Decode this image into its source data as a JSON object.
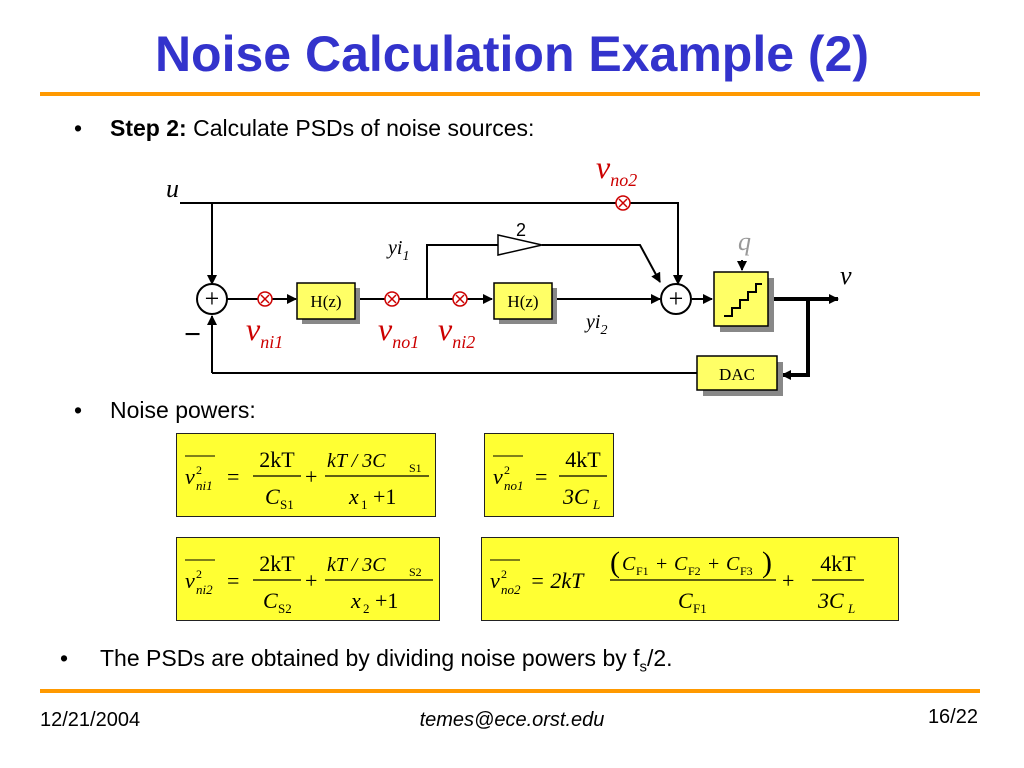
{
  "slide": {
    "title": "Noise Calculation Example (2)",
    "bullets": [
      {
        "bold": "Step 2:",
        "text": " Calculate PSDs of noise sources:"
      },
      {
        "bold": "",
        "text": "Noise powers:"
      }
    ],
    "bottom_bullet": {
      "pre": "The PSDs are obtained by dividing noise powers by f",
      "sub": "s",
      "post": "/2."
    },
    "bullet_char": "•",
    "accent_color": "#ff9900",
    "title_color": "#3333cc",
    "noise_color": "#cc0000"
  },
  "diagram": {
    "input_label": "u",
    "output_label": "v",
    "minus_sign": "−",
    "plus_sign": "+",
    "block1": "H(z)",
    "block2": "H(z)",
    "dac": "DAC",
    "q_label": "q",
    "gain": "2",
    "yi1": {
      "base": "yi",
      "sub": "1"
    },
    "yi2": {
      "base": "yi",
      "sub": "2"
    },
    "vni1": {
      "base": "v",
      "sub": "ni1"
    },
    "vno1": {
      "base": "v",
      "sub": "no1"
    },
    "vni2": {
      "base": "v",
      "sub": "ni2"
    },
    "vno2": {
      "base": "v",
      "sub": "no2"
    }
  },
  "equations": {
    "eq1": {
      "lhs_sub": "ni1",
      "t1_num": "2kT",
      "t1_den_base": "C",
      "t1_den_sub": "S1",
      "t2_num": "kT / 3C",
      "t2_num_sub": "S1",
      "t2_den_x": "x",
      "t2_den_xsub": "1",
      "t2_den_tail": "+1",
      "eq": "=",
      "plus": "+"
    },
    "eq2": {
      "lhs_sub": "no1",
      "num": "4kT",
      "den_base": "3C",
      "den_sub": "L",
      "eq": "="
    },
    "eq3": {
      "lhs_sub": "ni2",
      "t1_num": "2kT",
      "t1_den_base": "C",
      "t1_den_sub": "S2",
      "t2_num": "kT / 3C",
      "t2_num_sub": "S2",
      "t2_den_x": "x",
      "t2_den_xsub": "2",
      "t2_den_tail": "+1",
      "eq": "=",
      "plus": "+"
    },
    "eq4": {
      "lhs_sub": "no2",
      "prefix": "= 2kT",
      "num_terms": "C",
      "num_s1": "F1",
      "num_s2": "F2",
      "num_s3": "F3",
      "den_base": "C",
      "den_sub": "F1",
      "t2_num": "4kT",
      "t2_den_base": "3C",
      "t2_den_sub": "L",
      "plus": "+",
      "pplus": "+"
    }
  },
  "footer": {
    "date": "12/21/2004",
    "email": "temes@ece.orst.edu",
    "page": "16/22"
  }
}
